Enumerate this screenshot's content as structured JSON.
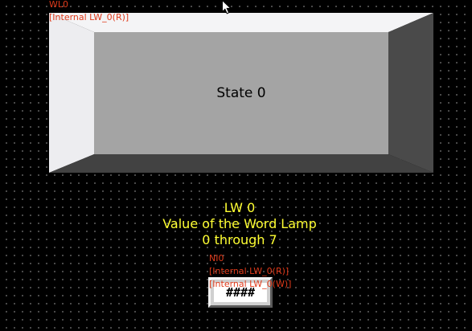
{
  "word_lamp": {
    "id_label": "WL0",
    "address": "[Internal LW_0(R)]",
    "state_text": "State 0"
  },
  "caption": {
    "line1": "LW 0",
    "line2": "Value of the Word Lamp",
    "line3": "0 through 7"
  },
  "numeric_input": {
    "id_label": "NI0",
    "read_address": "[Internal LW_0(R)]",
    "write_address": "[Internal LW_0(W)]",
    "display": "####"
  },
  "colors": {
    "tag_text": "#e03a1a",
    "caption_text": "#ffff33",
    "canvas_bg": "#000000"
  },
  "icons": {
    "cursor": "mouse-pointer-icon"
  }
}
